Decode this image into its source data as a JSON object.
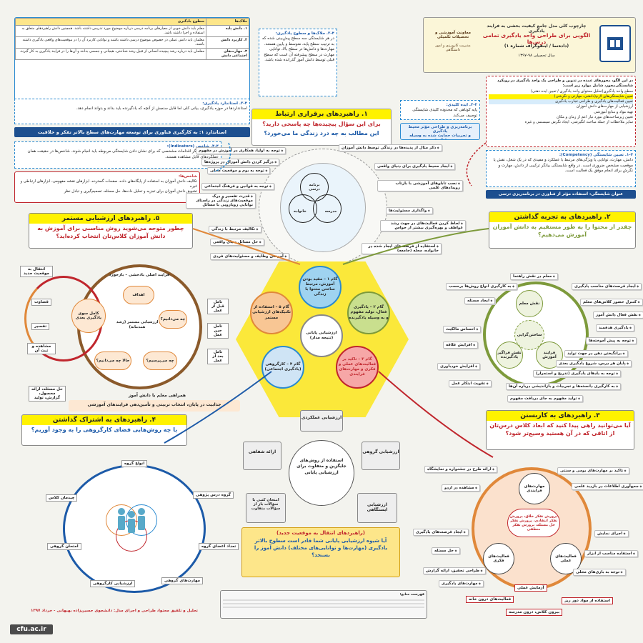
{
  "header": {
    "ministry": "معاونت آموزشی و تحصیلات تکمیلی",
    "office": "مدیریت کارورزی و امور دانشگاهی",
    "line1": "چارچوب کلی مدل جامع کیفیت بخشی به فرایند یادگیری",
    "line2": "الگویی برای طراحی واحد یادگیری تمامی درس‌ها",
    "line3": "(دادەنما / اینفوگراف شماره ۱)",
    "line4": "سال تحصیلی ۹۸-۱۳۹۷"
  },
  "levels_table": {
    "title": "سطوح یادگیری",
    "col_comp": "ملاک‌ها",
    "rows": [
      {
        "name": "۱. دانش پایه",
        "text": "معلم باید دانش خوبی از معیارهای برنامه درسی درباره موضوع مورد تدریس داشته باشد. همچنین دانش راهبردهای متعلق به استفاده و اجرا داشته باشد."
      },
      {
        "name": "۲. کاربرد دانش",
        "text": "معلمان باید دانش عملی در خصوص موضوع درسی داشته باشند و توانایی کاربرد آن را در موقعیت‌های واقعی یادگیری داشته باشند."
      },
      {
        "name": "۳. مهارت‌های اجتماعی دانش",
        "text": "معلمان باید درباره رشد پیچیده انسانی از قبیل رشد شناختی، هیجانی و جسمی بدانند و آن‌ها را در فرایند یادگیری به کار گیرند."
      }
    ]
  },
  "box_22": {
    "title": "۲-۴. ملاک‌ها و سطوح یادگیری:",
    "text": "در هر شایستگی سه سطح پیش‌بینی شده که به ترتیب سطح پایه، متوسط و پایین هستند. مهارت‌ها و دانش‌ها در سطح بالا، توانایی مهارت در سطح پیشرفته آن است که سطح قبلی توسط دانش آموز گذرانده شده باشد."
  },
  "box_43": {
    "title": "۳-۴. استاندارد یادگیری:",
    "text": "استانداردها در حوزه یادگیری، بیانی کلی اما قابل سنجش از آنچه که یادگیرنده باید بداند و بتواند انجام دهد."
  },
  "standard_banner": "استاندارد ۱: به کارگیری فناوری برای توسعه مهارت‌های سطح بالاتر تفکر و خلاقیت",
  "box_42": {
    "title": "۴-۴. شاخص (Indicators):",
    "text": "شاخص‌ها، بیانگر اقدامات مشخصی که برای نشان دادن شایستگی مربوطه باید انجام شوند. شاخص‌ها در حقیقت همان عملکردهای قابل مشاهده هستند."
  },
  "indicators": {
    "title": "شاخص‌ها:",
    "items": [
      "تکالیف دانش آموزان به استفاده از پایگاه‌های داده، صفحات گسترده، ابزارهای نقشه مفهومی، ابزارهای ارتباطی و غیره",
      "تشویق دانش آموزان برای تجزیه و تحلیل داده‌ها، حل مسئله، تصمیم‌گیری و تبادل نظر"
    ]
  },
  "box_21": {
    "title": "۲-۲. ایده کلیدی:",
    "text": "پایه کوتاهی که محدوده کلیدی شایستگی توصیف می‌کند."
  },
  "context_box": {
    "line1": "برنامه‌ریزی و طراحی مؤثر محیط یادگیری",
    "line2": "و تجربیات حمایت شده به وسیله فناوری"
  },
  "sidebar_right": {
    "intro": "در این الگو، محورهای عمده در تدوین و طراحی یک واحد یادگیری در رویکرد شایستگی‌محور، شامل موارد زیر است:",
    "items": [
      "سطح واحد یادگیری(تحلیل محتوای واحد یادگیری / تعیین ایده ذهنی)",
      "تعیین شایستگی‌های لازم(دانشی، مهارتی و نگرشی)",
      "تعیین فعالیت‌های یادگیری و طراحی تجارب یادگیری",
      "ارزشیابی از مهارت‌های دانش آموزان",
      "تهیه مواد و منابع آموزشی",
      "تعیین زیرساخت‌های مورد نیاز اعم از زمان و مکان",
      "سایر ملاحظات از جمله مباحث انگیزشی، ایجاد نگرش سیستمی و غیره"
    ]
  },
  "box_competency": {
    "title": "۱-۴. تعیین شایستگی (Competency):",
    "text": "دانش، مهارت، توانایی یا ویژگی‌های مرتبط با عملکرد و مفیدی که در یک شغل، نقش یا موقعیت مشخص ضروری است. در واقع شایستگی بیانگر ترکیبی از دانش، مهارت و نگرش برای انجام موفق یک فعالیت است."
  },
  "competency_title": "عنوان شایستگی: استفاده مؤثر از فناوری در برنامه‌ریزی درسی",
  "strategy1": {
    "title": "۱. راهبردهای برقراری ارتباط",
    "q1": "برای این سؤال پیچیده‌ها چه پاسخی دارید؟",
    "q2": "این مطالب به چه درد زندگی ما می‌خورد؟",
    "center_top": "برنامه درسی",
    "center_left": "خانواده",
    "center_right": "مدرسه",
    "chips_left": [
      "توجه به اولیا، همکاری در آموزش در مفهوم",
      "درگیر کردن دانش آموزان در پروژه‌ها",
      "توجه به بوم و موقعیت محلی",
      "توجه به قوانین و فرهنگ اجتماعی",
      "قدرت تفسیر و درک موقعیت‌های زندگی در راستای توانایی رویارویی با مسائل",
      "تکالیف مرتبط با زندگی",
      "حل مسائل دنیای واقعی",
      "آموختن وظایف و مسئولیت‌های فردی"
    ],
    "chips_right": [
      "ذکر مثال از پدیده‌ها در زندگی توسط دانش آموزان",
      "ایجاد محیط یادگیری برای دنیای واقعی",
      "نصب تابلوهای آموزشی با بازتاب رویدادهای علمی",
      "واگذاری مسئولیت‌ها",
      "لحاظ کردن فعالیت‌های در جهت رشد عواطف و بهره‌گیری بیشتر از حواس",
      "استفاده از فرصت‌های ایجاد شده در خانواده، محله (جامعه)"
    ]
  },
  "strategy2": {
    "title": "۲. راهبردهای به تجربه گذاشتن",
    "q": "چقدر از محتوا را به طور مستقیم به دانش آموزان آموزش می‌دهیم؟",
    "inner": [
      "نقش معلم",
      "ساختن‌گرایی",
      "فرایند آموزش",
      "نقش فراگیر یادگیرنده"
    ],
    "chips": [
      "معلم در نقش راهنما",
      "به کارگیری انواع روش‌ها برحسب",
      "ایجاد فرصت‌های مناسب یادگیری",
      "کنترل حضور کلاس‌های معلم",
      "ایجاد مسئله",
      "نقش فعال دانش آموز",
      "یادگیری هدفمند",
      "احساس مالکیت",
      "توجه به پیش آموخته‌ها",
      "افزایش علاقه",
      "برانگیختن ذهن در جهت تولید",
      "افزایش خودباوری",
      "پایان هر درس، شروع یادگیری بعدی",
      "توجه به یادهای یادگیری (تدریج و استمرار)",
      "تقویت ابتکار عمل",
      "به کارگیری دانسته‌ها و تجربیات و بازاندیشی درباره آن‌ها",
      "تولید مفهوم به جای دریافت مفهوم"
    ]
  },
  "strategy3": {
    "title": "۳. راهبردهای به کاربستن",
    "q": "آیا می‌توانید راهی پیدا کنید که ابعاد کلاس درس‌تان از اتاقی که در آن هستید وسیع‌تر شود؟",
    "chips_right": [
      "تاکید بر مهارت‌های بومی و سنتی",
      "جمع‌آوری اطلاعات در بازدید علمی",
      "اجرای نمایش",
      "استفاده مناسب از ابزار",
      "توجه به بازی‌های محلی"
    ],
    "chips_left": [
      "ارائه طرح در جشنواره و نمایشگاه",
      "مشاهده در اردو",
      "ایجاد فرصت‌های یادگیری",
      "حل مسئله",
      "طراحی تحقیق، ارائه گزارش",
      "مهارت‌های یادگیری"
    ],
    "inner_top": "مهارت‌های فرایندی",
    "inner_center": "پرورش تفکر خلاق، پرورش تفکر انتقادی، پرورش تفکر حل مسئله، پرورش تفکر منطقی",
    "inner_left": "فعالیت‌های فکری",
    "inner_right": "فعالیت‌های عملی",
    "bottom_label": "آزمایش عملی",
    "sub1": "فعالیت‌های درون خانه",
    "sub2": "استفاده از مواد دور ریز",
    "sub3": "بیرون کلاس، درون مدرسه"
  },
  "strategy4": {
    "title": "۴. راهبردهای به اشتراک گذاشتن",
    "q": "با چه روش‌هایی فضای کارگروهی را به وجود آوریم؟",
    "nodes": [
      "انواع گروه",
      "گروه درس پژوهی",
      "تعداد اعضای گروه",
      "مهارت‌های گروهی",
      "ارزشیابی کارگروهی",
      "امتحان گروهی",
      "چیدمان کلاس"
    ]
  },
  "strategy5": {
    "title": "۵. راهبردهای ارزشیابی مستمر",
    "q": "چطور متوجه می‌شوید روش مناسبی برای آموزش به دانش آموزان کلاس‌تان انتخاب کرده‌اید؟",
    "cycle_title": "فرایند اصلی بادخشی – بازخورد",
    "cycle": [
      "اهداف",
      "چه می‌دانیم؟",
      "چه می‌پرسیم؟",
      "حالا چه می‌دانیم؟"
    ],
    "cycle_center": "ارزشیابی مستمر (رشد همدمانه)",
    "left_circle": "کامل سوی یادگیری بعدی",
    "left_labels": [
      "انتقال به موقعیت جدید",
      "قضاوت",
      "تفسیر",
      "مشاهده و ثبت آن"
    ],
    "right_labels": [
      "تامل قبل از عمل",
      "تامل حین عمل",
      "تامل بعد از عمل"
    ],
    "bottom": "جذابیت در پایان، انتخاب تربیتی و تأمین‌دهی فرایندهای آموزشی",
    "companion": "همراهی معلم با دانش آموز",
    "last": "حل مسئله، ارائه محصول، گزارش، تولید"
  },
  "hexagon": {
    "step1": "گام ۱ – مقید بودن آموزش، مرتبط ساختن محتوا با زندگی",
    "step2": "گام ۲ – یادگیری فعال، تولید مفهوم و به وسیله یادگیرنده",
    "step3": "گام ۳ – تاکید بر فعالیت‌های عملی و فکری و مهارت‌های فرایندی",
    "step4": "گام ۴ – کارگروهی (یادگیری اجتماعی)",
    "step5": "گام ۵ – استفاده از تکنیک‌های ارزشیابی مستمر",
    "center": "ارزشیابی پایانی (نتیجه مدار)"
  },
  "final": {
    "top": "ارزشیابی عملکردی",
    "left": "ارائه شفاهی",
    "right": "ارزشیابی گروهی",
    "center": "استفاده از روش‌های جایگزین و متفاوت برای ارزشیابی پایانی",
    "bottom_left": "امتحان کتبی با سؤالات باز از سؤالات متفاوت",
    "bottom_right": "ارزشیابی ایستگاهی",
    "title": "(راهبردهای انتقال به موقعیت جدید)",
    "q": "آیا شیوه ارزشیابی پایانی شما قادر است سطوح بالاتر یادگیری (مهارت‌ها و توانایی‌های مختلف) دانش آموز را بسنجد؟"
  },
  "footer": {
    "refs_title": "فهرست منابع:",
    "credit": "تحلیل و تلفیق محتوا، طراحی و اجرای مدل: دانشجوی حسین‌زاده بهبهانی - خرداد ۱۳۹۷",
    "logo": "cfu.ac.ir"
  },
  "colors": {
    "yellow": "#fff200",
    "red": "#c0262d",
    "blue": "#1c5aa8",
    "green": "#7d9a3b",
    "orange": "#e0883a"
  }
}
